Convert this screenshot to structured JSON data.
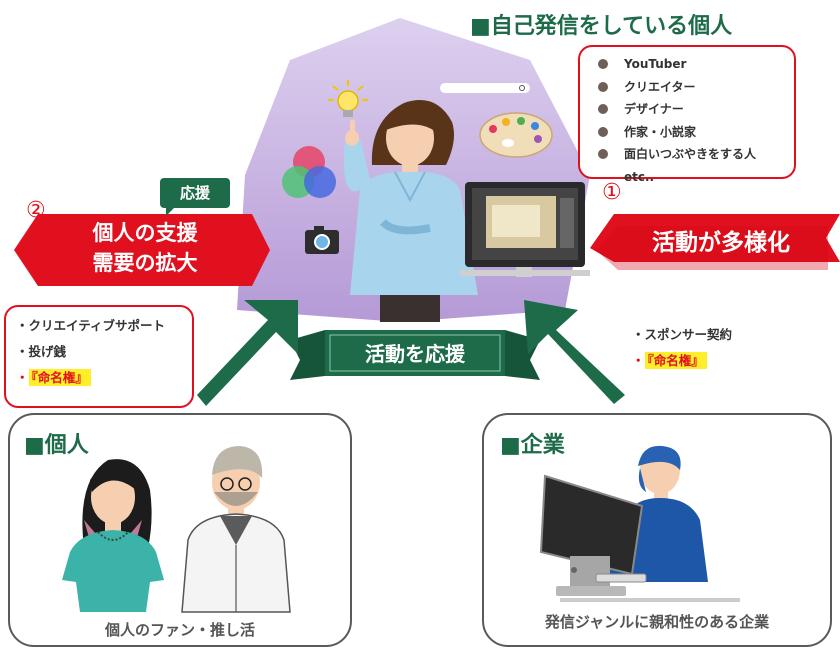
{
  "hub": {
    "title": "■自己発信をしている個人",
    "items": [
      "YouTuber",
      "クリエイター",
      "デザイナー",
      "作家・小説家",
      "面白いつぶやきをする人",
      "etc.."
    ]
  },
  "right_banner": {
    "number": "①",
    "text": "活動が多様化"
  },
  "left_banner": {
    "number": "②",
    "tag": "応援",
    "line1": "個人の支援",
    "line2": "需要の拡大"
  },
  "left_list": {
    "item1": "・クリエイティブサポート",
    "item2": "・投げ銭",
    "bullet3": "・",
    "item3": "『命名権』"
  },
  "right_list": {
    "item1": "・スポンサー契約",
    "bullet2": "・",
    "item2": "『命名権』"
  },
  "center_banner": {
    "text": "活動を応援"
  },
  "individual": {
    "title": "■個人",
    "caption": "個人のファン・推し活"
  },
  "company": {
    "title": "■企業",
    "caption": "発信ジャンルに親和性のある企業"
  },
  "colors": {
    "accent_green": "#1e6b4a",
    "accent_red": "#e0101e",
    "hept_purple": "#c6b1e0",
    "highlight_yellow": "#ffef2a"
  }
}
